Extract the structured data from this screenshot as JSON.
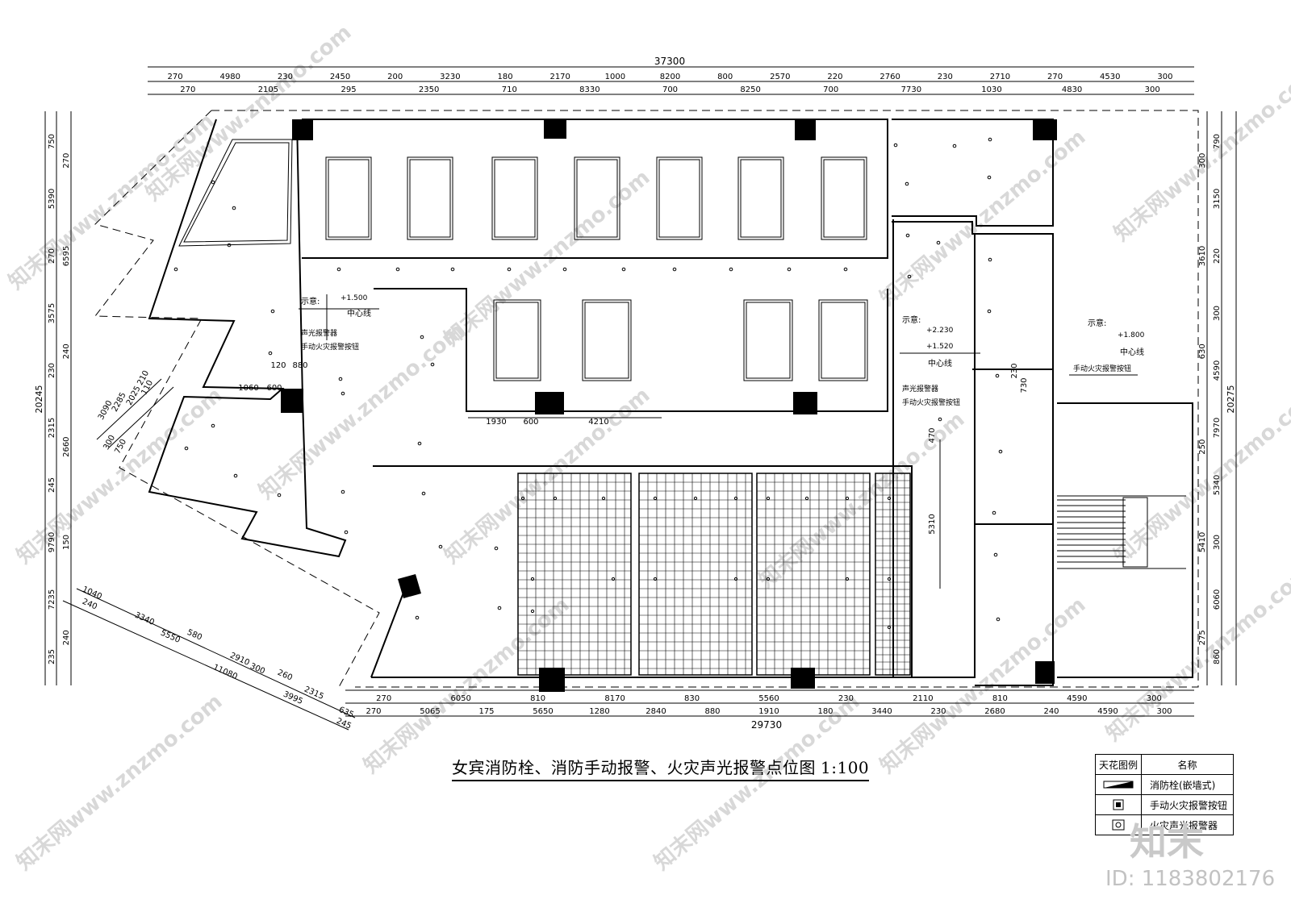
{
  "dims": {
    "top_total": "37300",
    "top_row1": [
      "270",
      "4980",
      "230",
      "2450",
      "200",
      "3230",
      "180",
      "2170",
      "1000",
      "8200",
      "800",
      "2570",
      "220",
      "2760",
      "230",
      "2710",
      "270",
      "4530",
      "300"
    ],
    "top_row2": [
      "270",
      "2105",
      "295",
      "2350",
      "710",
      "8330",
      "700",
      "8250",
      "700",
      "7730",
      "1030",
      "4830",
      "300"
    ],
    "bottom_row1": [
      "270",
      "6050",
      "810",
      "8170",
      "830",
      "5560",
      "230",
      "2110",
      "810",
      "4590",
      "300"
    ],
    "bottom_row2": [
      "270",
      "5065",
      "175",
      "5650",
      "1280",
      "2840",
      "880",
      "1910",
      "180",
      "3440",
      "230",
      "2680",
      "240",
      "4590",
      "300"
    ],
    "bottom_total": "29730",
    "left_outer": [
      "20245"
    ],
    "left_mid": [
      "750",
      "5390",
      "270",
      "3575",
      "230",
      "2315",
      "245",
      "9790",
      "7235",
      "235"
    ],
    "left_inner": [
      "270",
      "6595",
      "240",
      "2660",
      "150",
      "240"
    ],
    "right_outer": [
      "20275"
    ],
    "right_mid": [
      "790",
      "3150",
      "220",
      "300",
      "4590",
      "7970",
      "5340",
      "300",
      "6060",
      "860"
    ],
    "right_inner": [
      "300",
      "3610",
      "630",
      "250",
      "5410",
      "275"
    ],
    "diag_top": [
      "3090",
      "2285",
      "2025",
      "210",
      "110",
      "300",
      "750"
    ],
    "diag_bottom": [
      "1040",
      "240",
      "3340",
      "5550",
      "580",
      "2910",
      "300",
      "260",
      "11080",
      "3995",
      "2315",
      "635",
      "245"
    ],
    "inner_dims": [
      "1060",
      "600",
      "120",
      "880",
      "1930",
      "600",
      "4210",
      "470",
      "5310",
      "730",
      "230"
    ]
  },
  "annotations": {
    "shiyi": "示意:",
    "elev_1500": "+1.500",
    "elev_2230": "+2.230",
    "elev_1520": "+1.520",
    "elev_1800": "+1.800",
    "zhongxinxian": "中心线",
    "sgbjq": "声光报警器",
    "sdhzbjan": "手动火灾报警按钮"
  },
  "title": {
    "main": "女宾消防栓、消防手动报警、火灾声光报警点位图",
    "scale": "1:100"
  },
  "legend": {
    "header_icon": "天花图例",
    "header_name": "名称",
    "rows": [
      {
        "icon": "hydrant-icon",
        "name": "消防栓(嵌墙式)"
      },
      {
        "icon": "manual-alarm-icon",
        "name": "手动火灾报警按钮"
      },
      {
        "icon": "sound-light-alarm-icon",
        "name": "火灾声光报警器"
      }
    ]
  },
  "watermark": {
    "text": "知末网www.znzmo.com",
    "brand": "知末",
    "id_label": "ID: 1183802176"
  }
}
